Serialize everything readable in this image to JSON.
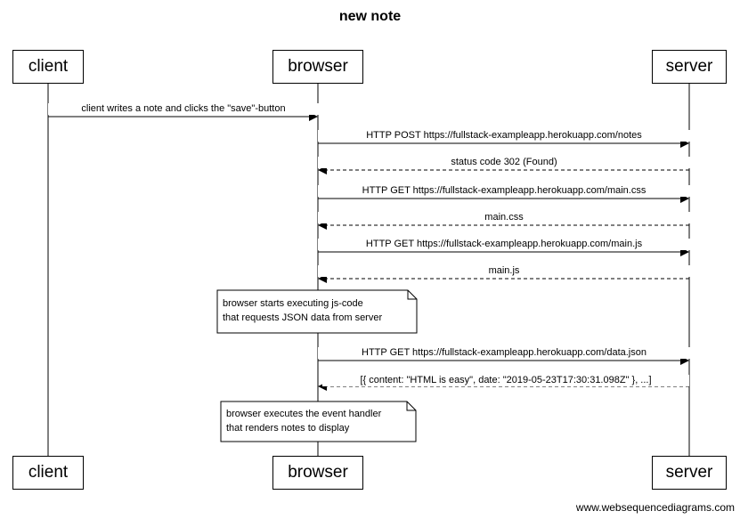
{
  "diagram": {
    "title": "new note",
    "actors": {
      "client": "client",
      "browser": "browser",
      "server": "server"
    },
    "messages": [
      {
        "from": "client",
        "to": "browser",
        "label": "client writes a note and clicks the \"save\"-button",
        "style": "solid"
      },
      {
        "from": "browser",
        "to": "server",
        "label": "HTTP POST https://fullstack-exampleapp.herokuapp.com/notes",
        "style": "solid"
      },
      {
        "from": "server",
        "to": "browser",
        "label": "status code 302 (Found)",
        "style": "dashed"
      },
      {
        "from": "browser",
        "to": "server",
        "label": "HTTP GET https://fullstack-exampleapp.herokuapp.com/main.css",
        "style": "solid"
      },
      {
        "from": "server",
        "to": "browser",
        "label": "main.css",
        "style": "dashed"
      },
      {
        "from": "browser",
        "to": "server",
        "label": "HTTP GET https://fullstack-exampleapp.herokuapp.com/main.js",
        "style": "solid"
      },
      {
        "from": "server",
        "to": "browser",
        "label": "main.js",
        "style": "dashed"
      },
      {
        "from": "browser",
        "to": "server",
        "label": "HTTP GET https://fullstack-exampleapp.herokuapp.com/data.json",
        "style": "solid"
      },
      {
        "from": "server",
        "to": "browser",
        "label": "[{ content: \"HTML is easy\", date: \"2019-05-23T17:30:31.098Z\" }, ...]",
        "style": "dashed"
      }
    ],
    "notes": [
      {
        "line1": "browser starts executing js-code",
        "line2": "that requests JSON data from server"
      },
      {
        "line1": "browser executes the event handler",
        "line2": "that renders notes to display"
      }
    ],
    "watermark": "www.websequencediagrams.com"
  }
}
